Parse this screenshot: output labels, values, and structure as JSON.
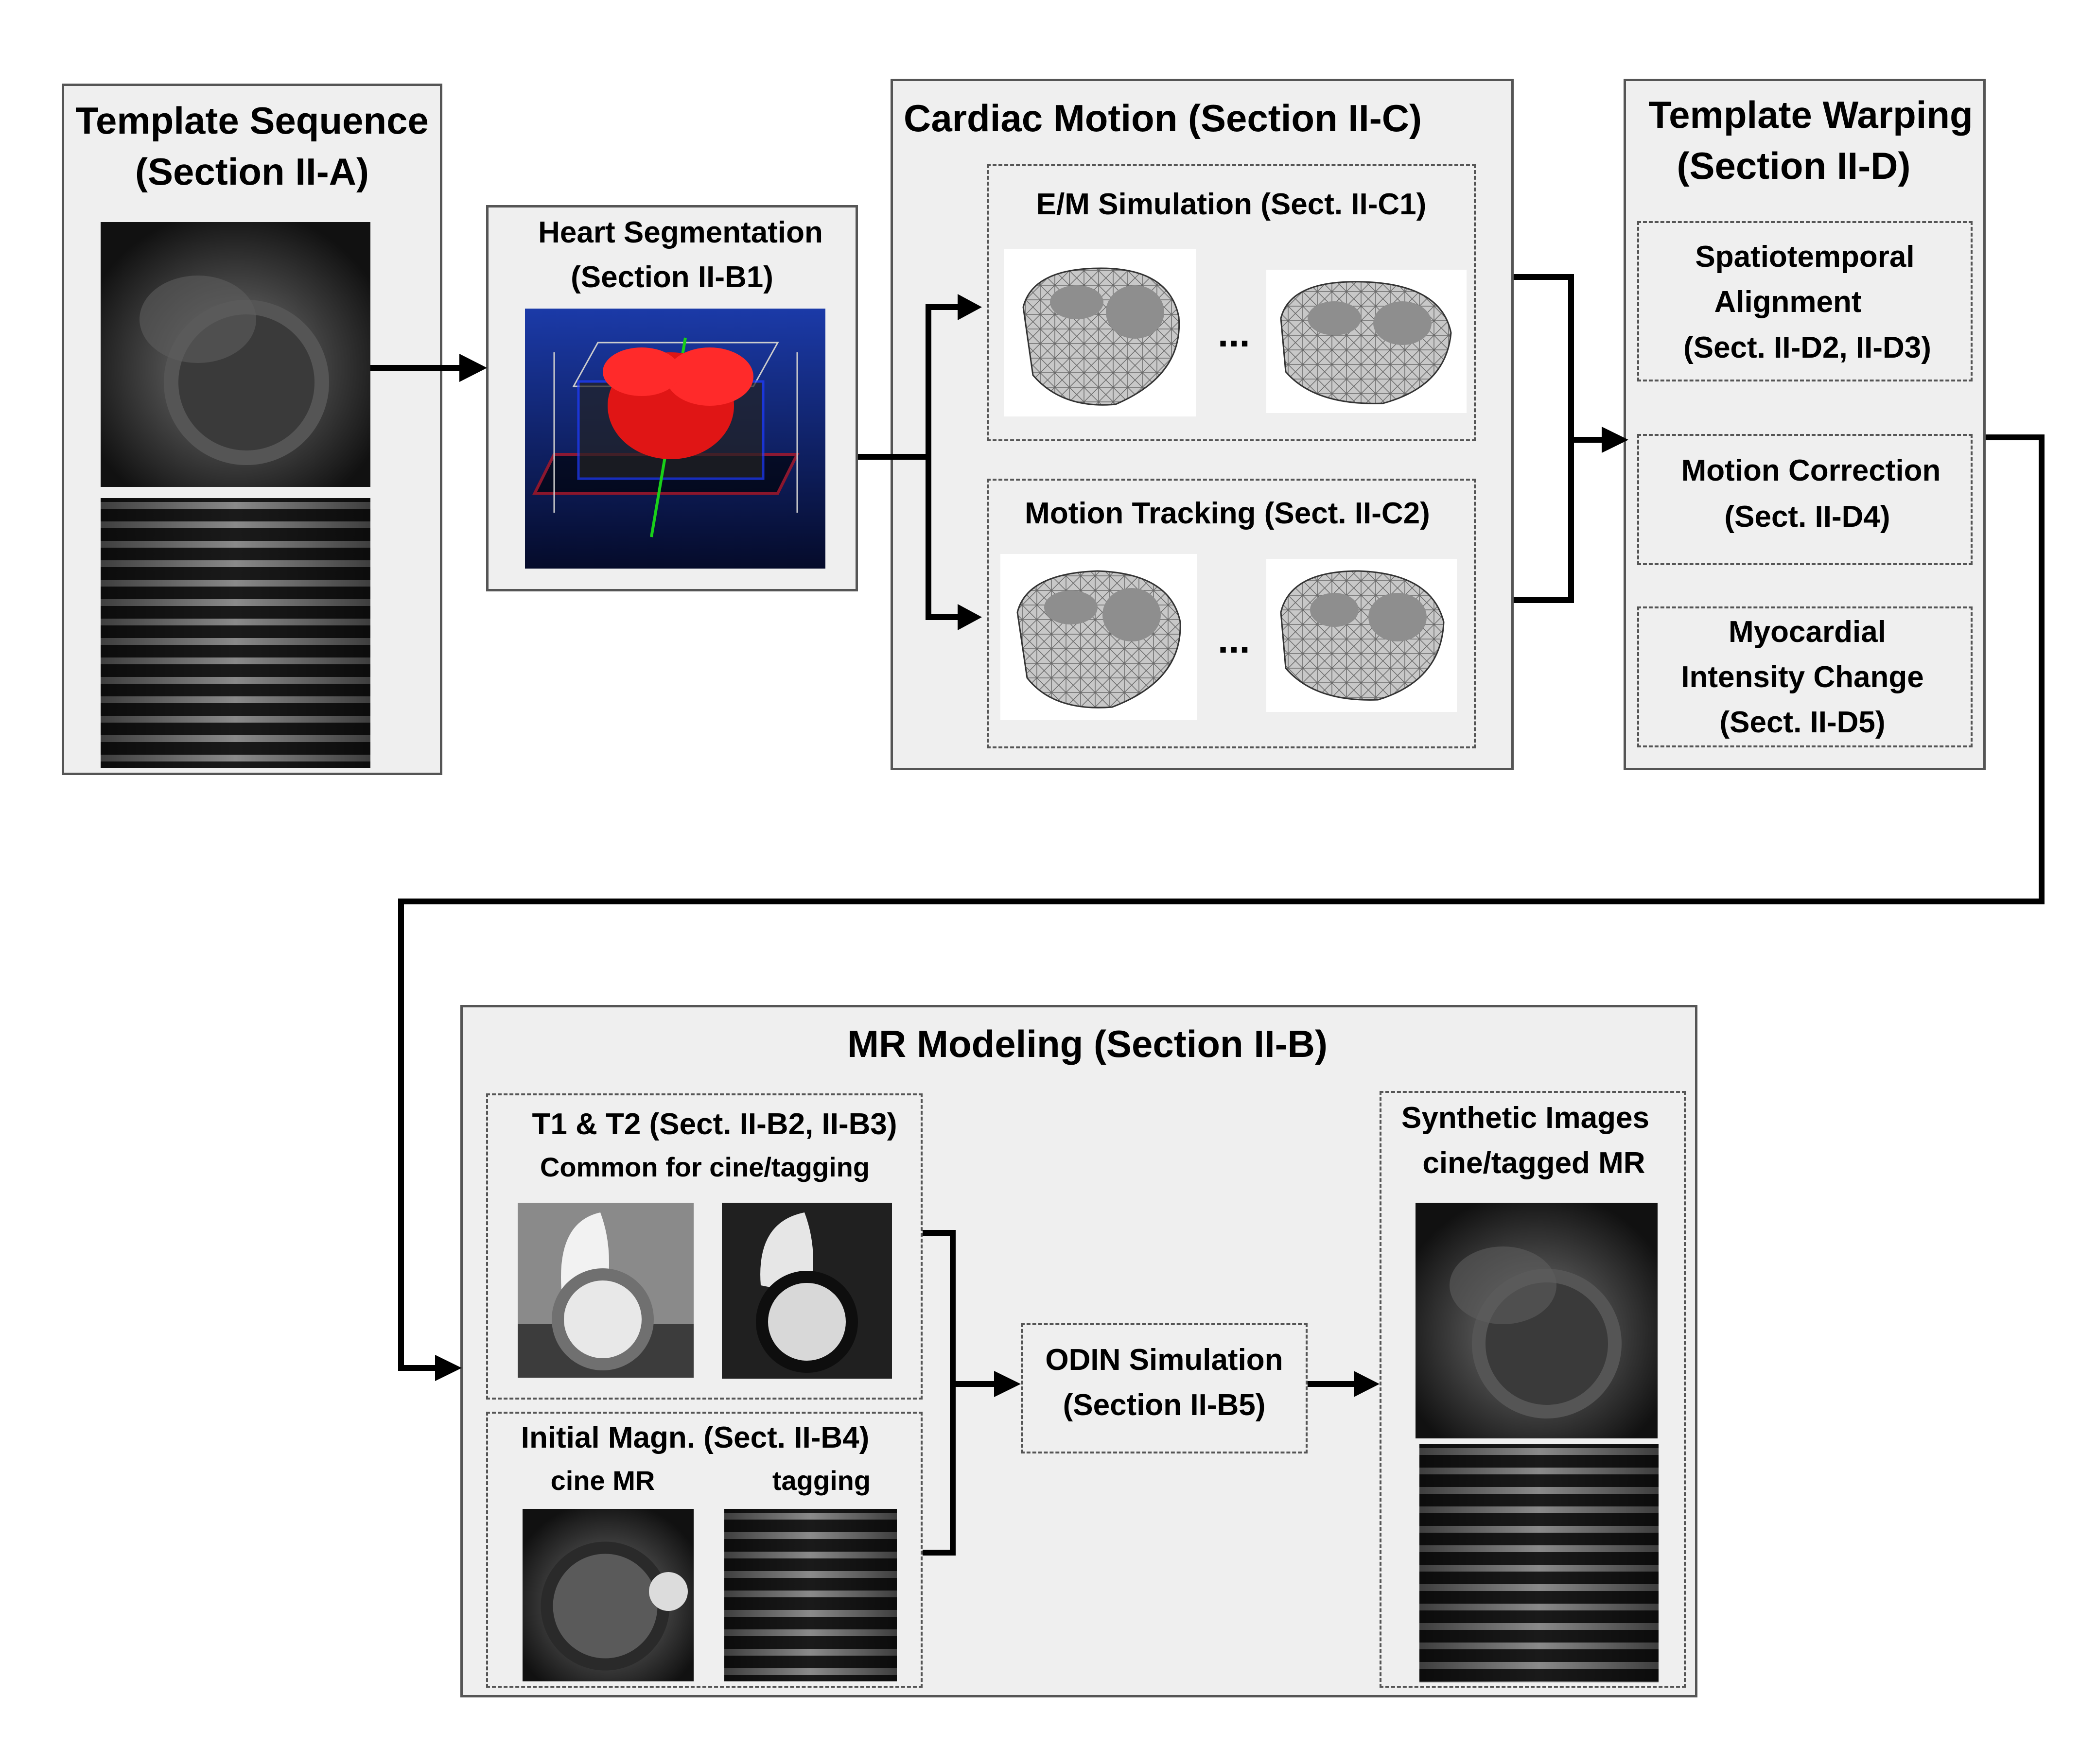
{
  "template_sequence": {
    "title": "Template Sequence",
    "subtitle": "(Section II-A)"
  },
  "heart_segmentation": {
    "title": "Heart Segmentation",
    "subtitle": "(Section II-B1)"
  },
  "cardiac_motion": {
    "title": "Cardiac Motion  (Section II-C)",
    "em_simulation": "E/M Simulation (Sect. II-C1)",
    "motion_tracking": "Motion Tracking (Sect. II-C2)",
    "ellipsis": "..."
  },
  "template_warping": {
    "title": "Template Warping",
    "subtitle": "(Section II-D)",
    "alignment": [
      "Spatiotemporal",
      "Alignment",
      "(Sect. II-D2, II-D3)"
    ],
    "motion_correction": [
      "Motion Correction",
      "(Sect. II-D4)"
    ],
    "intensity_change": [
      "Myocardial",
      "Intensity Change",
      "(Sect. II-D5)"
    ]
  },
  "mr_modeling": {
    "title": "MR Modeling (Section II-B)",
    "t1t2": {
      "title": "T1 & T2 (Sect. II-B2, II-B3)",
      "subtitle": "Common for cine/tagging"
    },
    "initial_magn": {
      "title": "Initial Magn. (Sect. II-B4)",
      "cine_label": "cine MR",
      "tagging_label": "tagging"
    },
    "odin": [
      "ODIN Simulation",
      "(Section II-B5)"
    ],
    "synthetic": [
      "Synthetic Images",
      "cine/tagged MR"
    ]
  },
  "colors": {
    "panel_bg": "#efefef",
    "border": "#555555",
    "arrow": "#000000",
    "segmentation_red": "#e01515",
    "segmentation_bg": "#0a1a5a"
  }
}
